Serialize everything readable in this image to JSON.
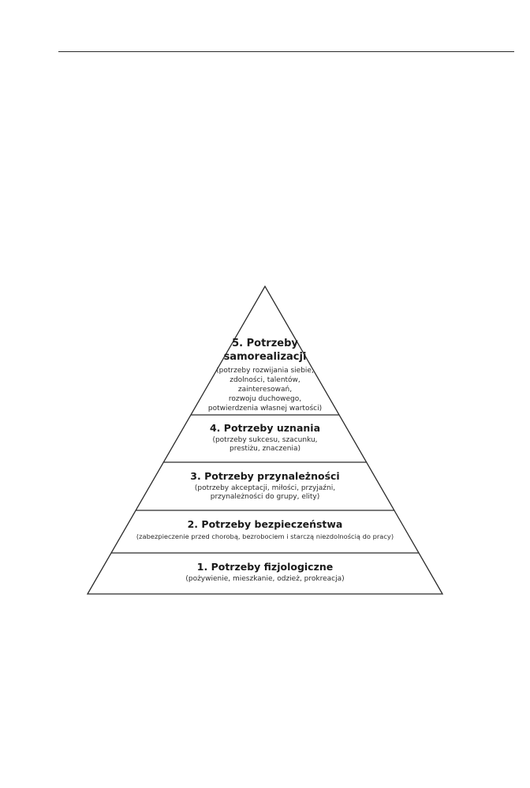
{
  "pyramid": {
    "levels": [
      {
        "id": "level5",
        "title_line1": "5. Potrzeby",
        "title_line2": "samorealizacji",
        "desc_lines": [
          "(potrzeby rozwijania siebie,",
          "zdolności, talentów,",
          "zainteresowań,",
          "rozwoju duchowego,",
          "potwierdzenia własnej wartości)"
        ]
      },
      {
        "id": "level4",
        "title": "4. Potrzeby uznania",
        "desc_lines": [
          "(potrzeby sukcesu, szacunku,",
          "prestiżu, znaczenia)"
        ]
      },
      {
        "id": "level3",
        "title": "3. Potrzeby przynależności",
        "desc_lines": [
          "(potrzeby akceptacji, miłości, przyjaźni,",
          "przynależności do grupy, elity)"
        ]
      },
      {
        "id": "level2",
        "title": "2. Potrzeby bezpieczeństwa",
        "desc_lines": [
          "(zabezpieczenie przed chorobą, bezrobociem i starczą niezdolnością do pracy)"
        ]
      },
      {
        "id": "level1",
        "title": "1. Potrzeby fizjologiczne",
        "desc_lines": [
          "(pożywienie, mieszkanie, odzież, prokreacja)"
        ]
      }
    ]
  }
}
